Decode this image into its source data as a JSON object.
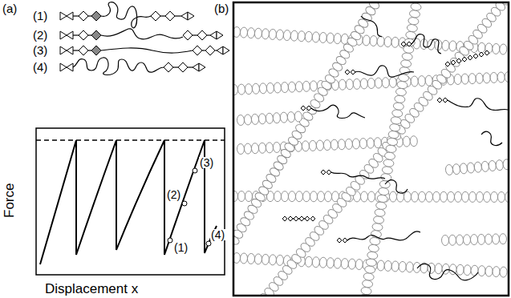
{
  "diagram": {
    "labels": [
      "(a)",
      "(1)",
      "(2)",
      "(3)",
      "(4)",
      "(b)",
      "(3)",
      "(2)",
      "(1)",
      "(4)",
      "Force",
      "Displacement x"
    ]
  }
}
